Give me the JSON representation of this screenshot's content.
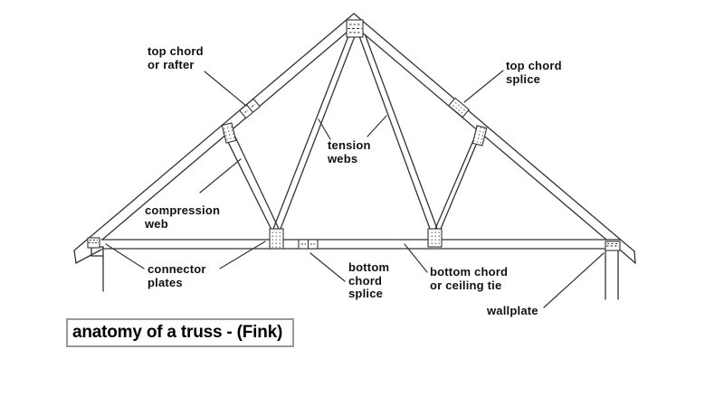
{
  "title_box": {
    "text": "anatomy of a truss - (Fink)"
  },
  "labels": {
    "top_chord": "top chord\nor rafter",
    "top_chord_splice": "top chord\nsplice",
    "tension_webs": "tension\nwebs",
    "compression_web": "compression\nweb",
    "connector_plates": "connector\nplates",
    "bottom_chord_splice": "bottom\nchord\nsplice",
    "bottom_chord": "bottom chord\nor ceiling tie",
    "wallplate": "wallplate"
  },
  "colors": {
    "line": "#333333",
    "leader": "#333333",
    "text": "#111111",
    "title_border": "#999999",
    "plate_fill": "#ffffff",
    "plate_dot": "#555555",
    "background": "#ffffff"
  }
}
